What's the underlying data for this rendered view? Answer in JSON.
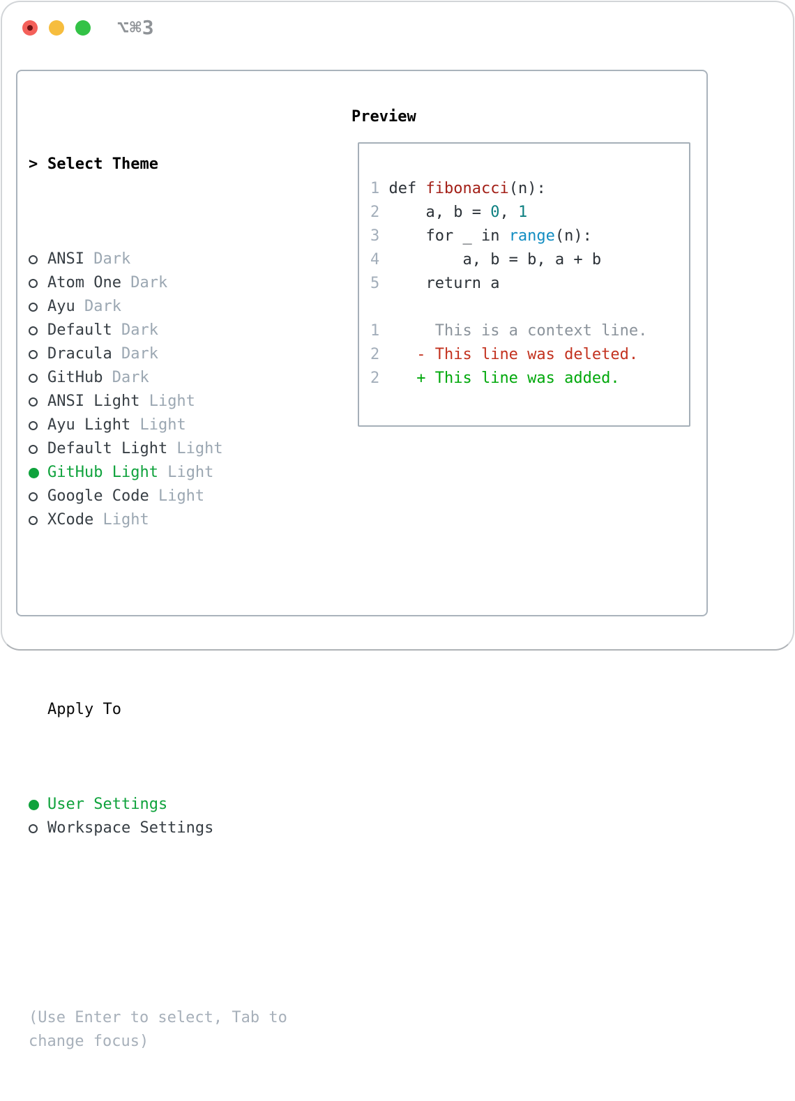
{
  "window": {
    "shortcut_label": "⌥⌘3"
  },
  "left_panel": {
    "header": {
      "prefix": ">",
      "title": "Select Theme"
    },
    "themes": [
      {
        "name": "ANSI",
        "variant": "Dark",
        "selected": false
      },
      {
        "name": "Atom One",
        "variant": "Dark",
        "selected": false
      },
      {
        "name": "Ayu",
        "variant": "Dark",
        "selected": false
      },
      {
        "name": "Default",
        "variant": "Dark",
        "selected": false
      },
      {
        "name": "Dracula",
        "variant": "Dark",
        "selected": false
      },
      {
        "name": "GitHub",
        "variant": "Dark",
        "selected": false
      },
      {
        "name": "ANSI Light",
        "variant": "Light",
        "selected": false
      },
      {
        "name": "Ayu Light",
        "variant": "Light",
        "selected": false
      },
      {
        "name": "Default Light",
        "variant": "Light",
        "selected": false
      },
      {
        "name": "GitHub Light",
        "variant": "Light",
        "selected": true
      },
      {
        "name": "Google Code",
        "variant": "Light",
        "selected": false
      },
      {
        "name": "XCode",
        "variant": "Light",
        "selected": false
      }
    ],
    "apply_to": {
      "title": "Apply To",
      "options": [
        {
          "name": "User Settings",
          "selected": true
        },
        {
          "name": "Workspace Settings",
          "selected": false
        }
      ]
    },
    "help_lines": [
      "(Use Enter to select, Tab to",
      "change focus)"
    ]
  },
  "preview": {
    "title": "Preview",
    "lines": [
      {
        "tokens": [
          {
            "t": "1 ",
            "c": "line_number"
          },
          {
            "t": "def ",
            "c": "plain"
          },
          {
            "t": "fibonacci",
            "c": "function"
          },
          {
            "t": "(n):",
            "c": "plain"
          }
        ]
      },
      {
        "tokens": [
          {
            "t": "2 ",
            "c": "line_number"
          },
          {
            "t": "    a, b = ",
            "c": "plain"
          },
          {
            "t": "0",
            "c": "number"
          },
          {
            "t": ", ",
            "c": "plain"
          },
          {
            "t": "1",
            "c": "number"
          }
        ]
      },
      {
        "tokens": [
          {
            "t": "3 ",
            "c": "line_number"
          },
          {
            "t": "    for _ in ",
            "c": "plain"
          },
          {
            "t": "range",
            "c": "builtin"
          },
          {
            "t": "(n):",
            "c": "plain"
          }
        ]
      },
      {
        "tokens": [
          {
            "t": "4 ",
            "c": "line_number"
          },
          {
            "t": "        a, b = b, a + b",
            "c": "plain"
          }
        ]
      },
      {
        "tokens": [
          {
            "t": "5 ",
            "c": "line_number"
          },
          {
            "t": "    return a",
            "c": "plain"
          }
        ]
      },
      {
        "tokens": []
      },
      {
        "tokens": [
          {
            "t": "1 ",
            "c": "line_number"
          },
          {
            "t": "     This is a context line.",
            "c": "context"
          }
        ]
      },
      {
        "tokens": [
          {
            "t": "2 ",
            "c": "line_number"
          },
          {
            "t": "   - This line was deleted.",
            "c": "deleted"
          }
        ]
      },
      {
        "tokens": [
          {
            "t": "2 ",
            "c": "line_number"
          },
          {
            "t": "   + This line was added.",
            "c": "added"
          }
        ]
      }
    ]
  },
  "colors": {
    "accent_green": "#0fa23c",
    "traffic_red": "#f4605a",
    "traffic_red_dot": "#6f1113",
    "traffic_yellow": "#f6bd3e",
    "traffic_green": "#33c246",
    "shortcut_gray": "#8f9397",
    "panel_border": "#aab3bc",
    "preview_border": "#a5afb8",
    "item_text": "#373e44",
    "variant_text": "#9ba7b2",
    "help_text": "#a7b0ba",
    "ring": "#3a4147",
    "code": {
      "line_number": "#a3aeba",
      "plain": "#2b3137",
      "function": "#a32018",
      "number": "#0c7f80",
      "builtin": "#128dc2",
      "context": "#8b939b",
      "deleted": "#c3321f",
      "added": "#00a80b"
    }
  }
}
